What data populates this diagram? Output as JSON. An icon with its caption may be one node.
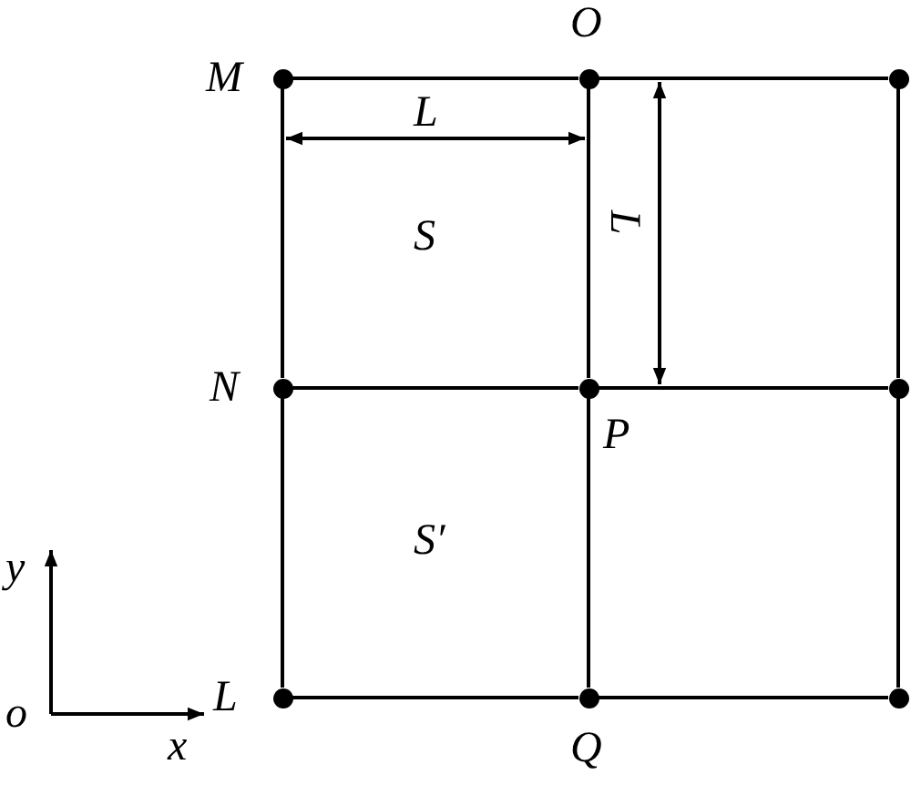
{
  "diagram": {
    "nodes": [
      {
        "text": [],
        "shape": "circle",
        "beside": [
          "M"
        ]
      },
      {
        "text": [],
        "shape": "circle",
        "beside": [
          "O"
        ]
      },
      {
        "text": [],
        "shape": "circle"
      },
      {
        "text": [],
        "shape": "circle",
        "beside": [
          "N"
        ]
      },
      {
        "text": [],
        "shape": "circle",
        "beside": [
          "P"
        ]
      },
      {
        "text": [],
        "shape": "circle"
      },
      {
        "text": [],
        "shape": "circle",
        "beside": [
          "L"
        ]
      },
      {
        "text": [],
        "shape": "circle",
        "beside": [
          "Q"
        ]
      },
      {
        "text": [],
        "shape": "circle"
      }
    ],
    "edges": [
      {
        "from": 0,
        "to": 1,
        "arrow": "none"
      },
      {
        "from": 1,
        "to": 2,
        "arrow": "none"
      },
      {
        "from": 3,
        "to": 4,
        "arrow": "none"
      },
      {
        "from": 4,
        "to": 5,
        "arrow": "none"
      },
      {
        "from": 6,
        "to": 7,
        "arrow": "none"
      },
      {
        "from": 7,
        "to": 8,
        "arrow": "none"
      },
      {
        "from": 0,
        "to": 3,
        "arrow": "none"
      },
      {
        "from": 3,
        "to": 6,
        "arrow": "none"
      },
      {
        "from": 1,
        "to": 4,
        "arrow": "none"
      },
      {
        "from": 4,
        "to": 7,
        "arrow": "none"
      },
      {
        "from": 2,
        "to": 5,
        "arrow": "none"
      },
      {
        "from": 5,
        "to": 8,
        "arrow": "none"
      }
    ],
    "labels": [
      "L",
      "L",
      "S",
      "S′",
      "y",
      "o",
      "x"
    ]
  }
}
